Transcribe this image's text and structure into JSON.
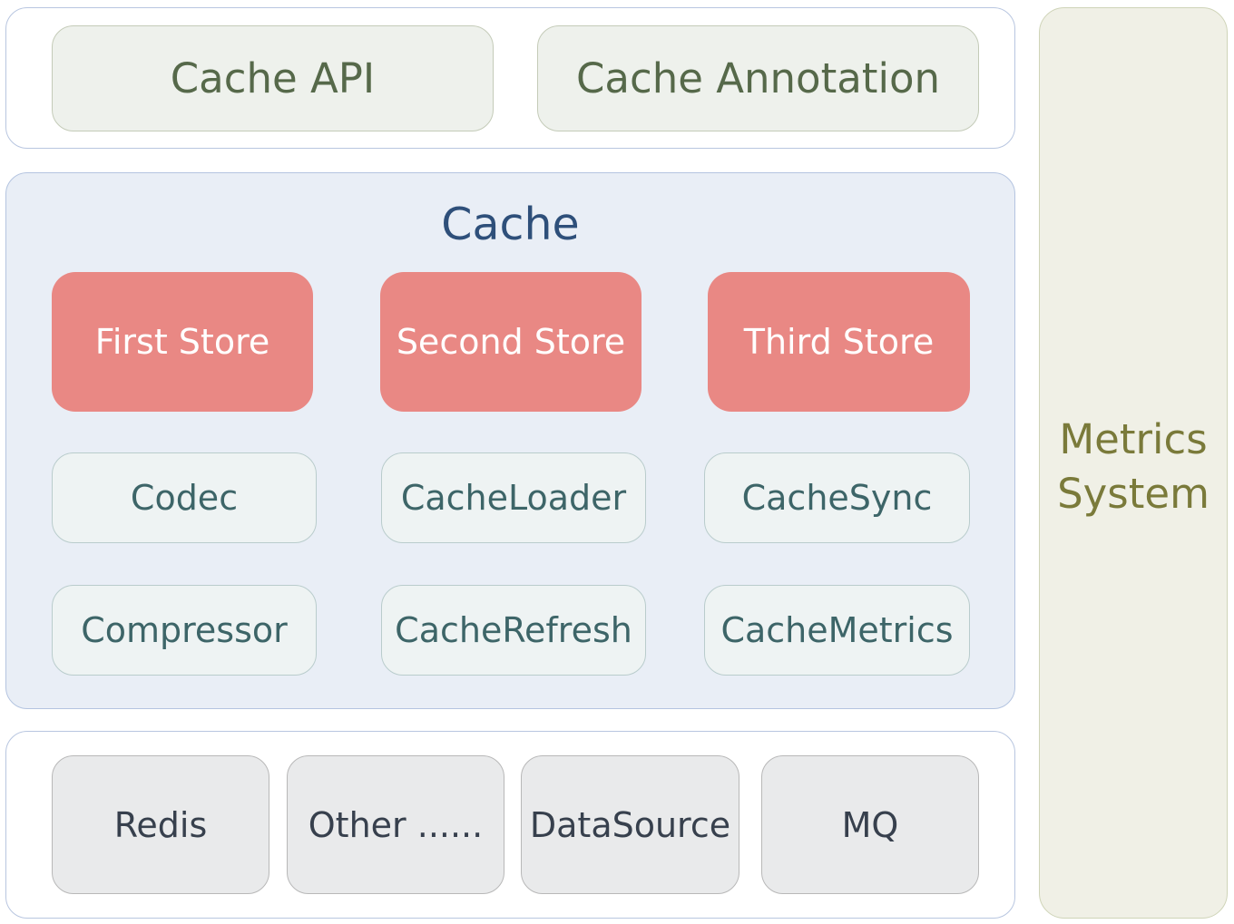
{
  "top_layer": {
    "cache_api": "Cache API",
    "cache_annotation": "Cache Annotation"
  },
  "cache_layer": {
    "title": "Cache",
    "stores": [
      "First Store",
      "Second Store",
      "Third Store"
    ],
    "components_row1": [
      "Codec",
      "CacheLoader",
      "CacheSync"
    ],
    "components_row2": [
      "Compressor",
      "CacheRefresh",
      "CacheMetrics"
    ]
  },
  "bottom_layer": {
    "items": [
      "Redis",
      "Other ......",
      "DataSource",
      "MQ"
    ]
  },
  "metrics": {
    "line1": "Metrics",
    "line2": "System"
  },
  "colors": {
    "store_fill": "#e98884",
    "cache_panel_fill": "#e9eef6",
    "metrics_fill": "#f0f0e6",
    "api_text": "#56694a",
    "cache_title_text": "#2e4f7a"
  }
}
